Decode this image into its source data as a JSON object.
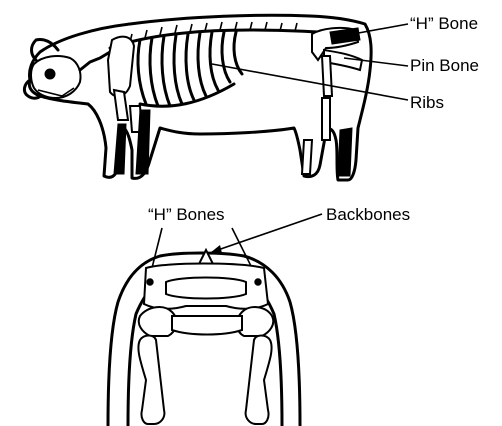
{
  "side_view": {
    "labels": {
      "h_bone": "“H” Bone",
      "pin_bone": "Pin Bone",
      "ribs": "Ribs"
    }
  },
  "rear_view": {
    "labels": {
      "h_bones": "“H” Bones",
      "backbones": "Backbones"
    }
  }
}
